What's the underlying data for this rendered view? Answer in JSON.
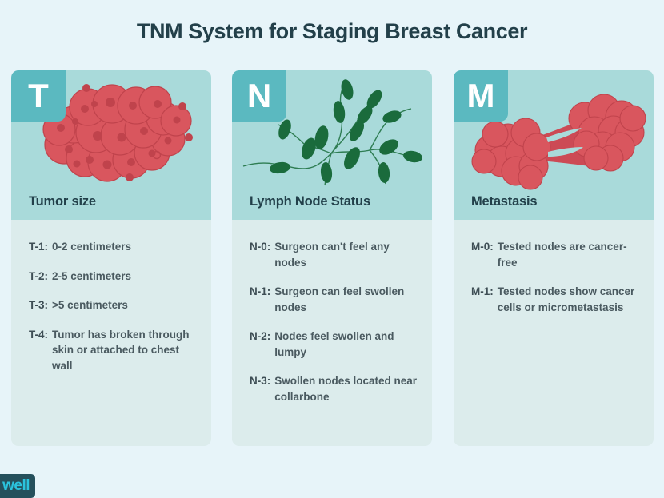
{
  "page": {
    "title": "TNM System for Staging Breast Cancer",
    "background_color": "#E7F4F9",
    "title_color": "#23404A"
  },
  "logo": {
    "text": "well",
    "box_color": "#25505C",
    "text_color": "#2BC4DE"
  },
  "colors": {
    "badge_teal": "#5BB9C0",
    "card_top": "#A9DADA",
    "card_body": "#DCECEC",
    "tumor_cell": "#D9565E",
    "tumor_outline": "#C03A45",
    "lymph_node_green": "#1A6B3C",
    "text_dark": "#3E4E55"
  },
  "cards": [
    {
      "letter": "T",
      "heading": "Tumor size",
      "illustration": "tumor-cell-mass-illustration",
      "items": [
        {
          "key": "T-1:",
          "text": "0-2 centimeters"
        },
        {
          "key": "T-2:",
          "text": "2-5 centimeters"
        },
        {
          "key": "T-3:",
          "text": ">5 centimeters"
        },
        {
          "key": "T-4:",
          "text": "Tumor has broken through skin or attached to chest wall"
        }
      ]
    },
    {
      "letter": "N",
      "heading": "Lymph Node Status",
      "illustration": "lymph-node-network-illustration",
      "items": [
        {
          "key": "N-0:",
          "text": "Surgeon can't feel any nodes"
        },
        {
          "key": "N-1:",
          "text": "Surgeon can feel swollen nodes"
        },
        {
          "key": "N-2:",
          "text": "Nodes feel swollen and lumpy"
        },
        {
          "key": "N-3:",
          "text": "Swollen nodes located near collarbone"
        }
      ]
    },
    {
      "letter": "M",
      "heading": "Metastasis",
      "illustration": "metastasis-spreading-cells-illustration",
      "items": [
        {
          "key": "M-0:",
          "text": "Tested nodes are cancer-free"
        },
        {
          "key": "M-1:",
          "text": "Tested nodes show cancer cells or micrometastasis"
        }
      ]
    }
  ]
}
